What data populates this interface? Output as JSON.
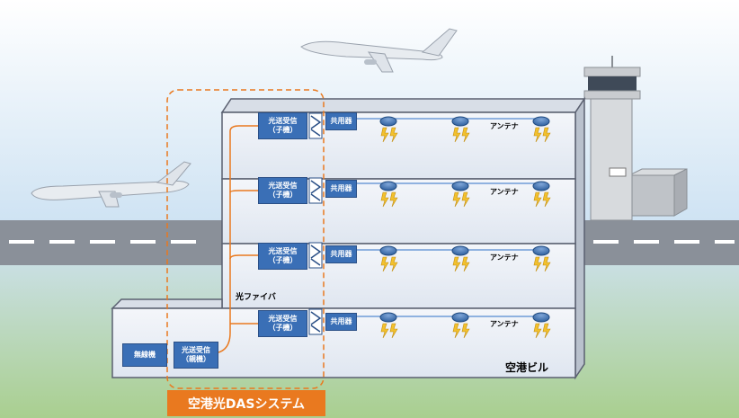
{
  "units": [
    {
      "line1": "光送受信",
      "line2": "（子機）",
      "splitter_label": "共用器",
      "antenna_label": "アンテナ"
    },
    {
      "line1": "光送受信",
      "line2": "（子機）",
      "splitter_label": "共用器",
      "antenna_label": "アンテナ"
    },
    {
      "line1": "光送受信",
      "line2": "（子機）",
      "splitter_label": "共用器",
      "antenna_label": "アンテナ"
    },
    {
      "line1": "光送受信",
      "line2": "（子機）",
      "splitter_label": "共用器",
      "antenna_label": "アンテナ"
    }
  ],
  "radio_label": "無線機",
  "master": {
    "line1": "光送受信",
    "line2": "（親機）"
  },
  "fiber_label": "光ファイバ",
  "building_label": "空港ビル",
  "system_label": "空港光DASシステム",
  "colors": {
    "fiber": "#e9791f",
    "box": "#3a6fb6",
    "banner": "#e9791f",
    "sky": "#cfe3f3",
    "grass": "#a9cf8f",
    "runway": "#8a9099"
  }
}
